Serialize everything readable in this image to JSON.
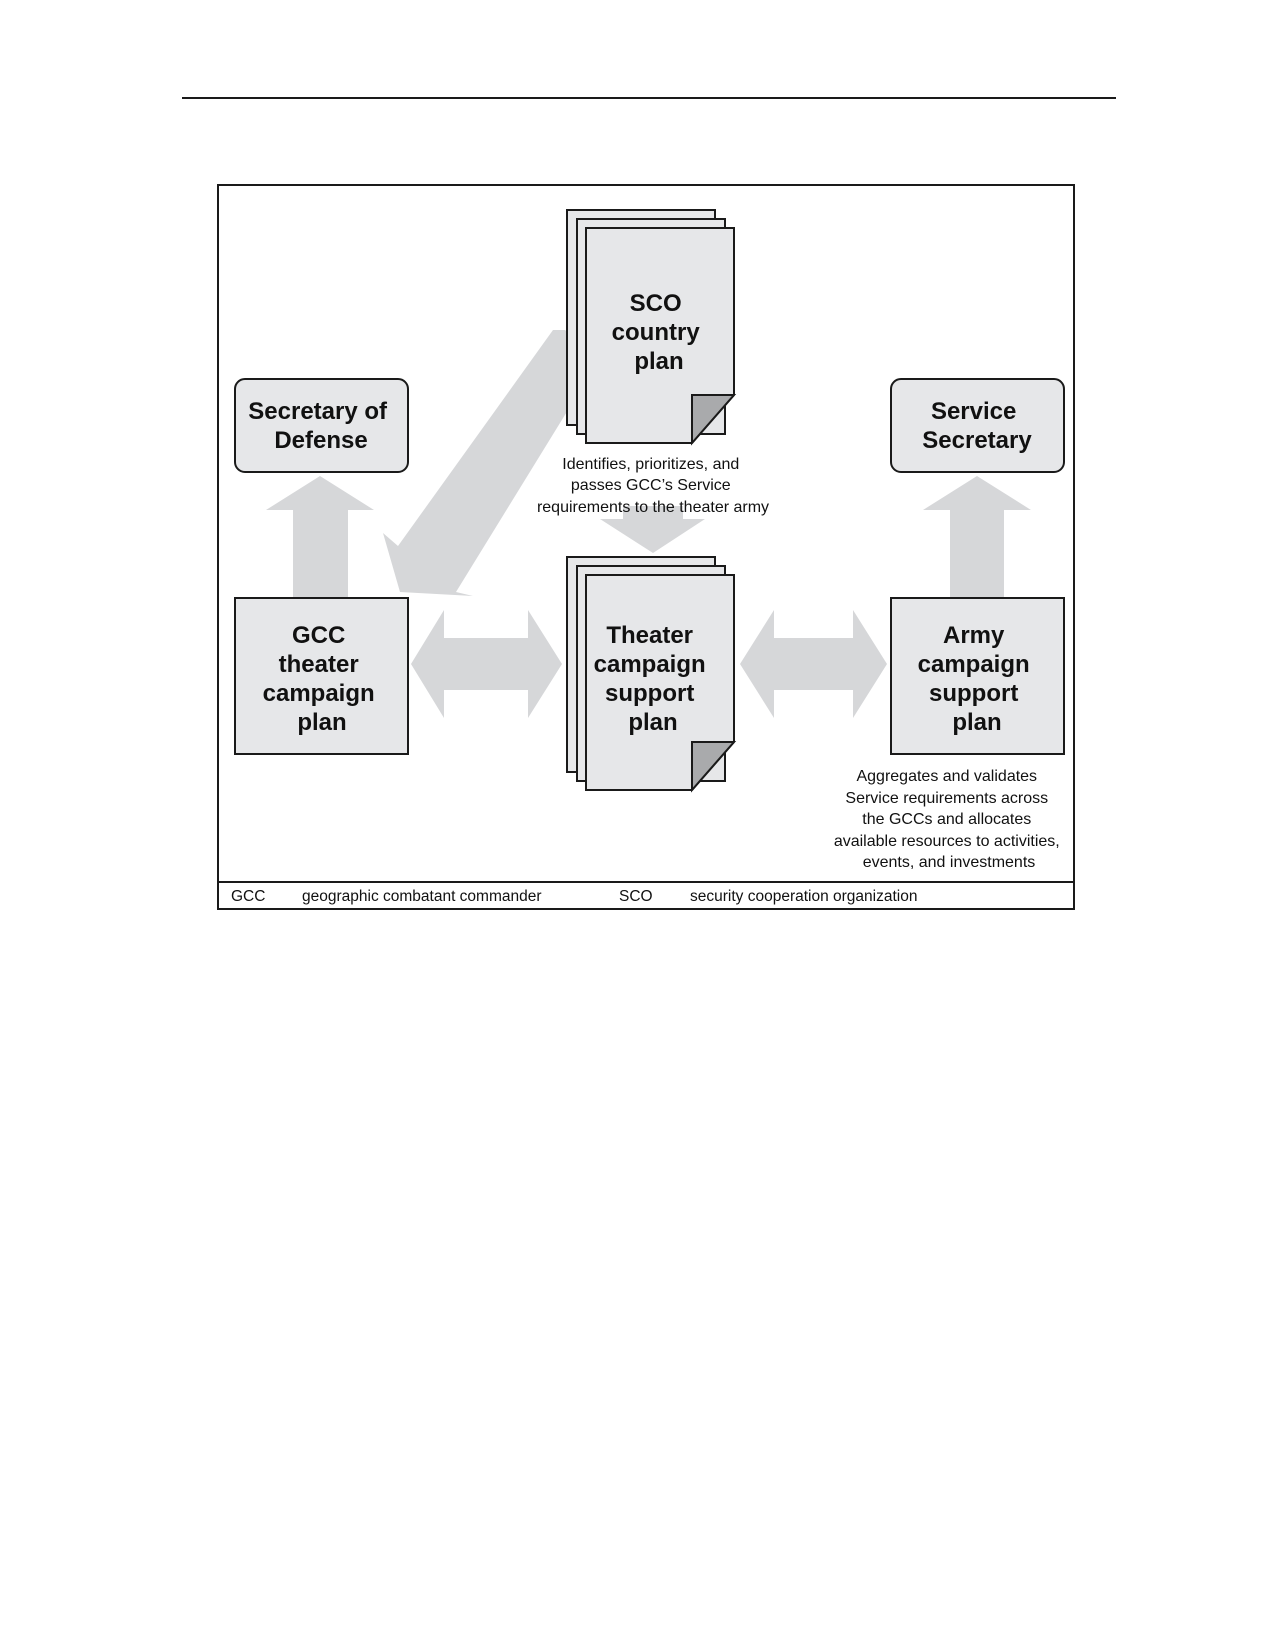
{
  "nodes": {
    "secdef": {
      "lines": [
        "Secretary of",
        "Defense"
      ]
    },
    "service_secretary": {
      "lines": [
        "Service",
        "Secretary"
      ]
    },
    "sco_plan": {
      "lines": [
        "SCO",
        "country",
        "plan"
      ]
    },
    "gcc_plan": {
      "lines": [
        "GCC",
        "theater",
        "campaign",
        "plan"
      ]
    },
    "theater_plan": {
      "lines": [
        "Theater",
        "campaign",
        "support",
        "plan"
      ]
    },
    "army_plan": {
      "lines": [
        "Army",
        "campaign",
        "support",
        "plan"
      ]
    }
  },
  "notes": {
    "sco": [
      "Identifies, prioritizes, and",
      "passes GCC’s Service",
      "requirements to the theater army"
    ],
    "army": [
      "Aggregates and validates",
      "Service requirements across",
      "the GCCs and allocates",
      "available resources to activities,",
      "events, and investments"
    ]
  },
  "legend": [
    {
      "abbr": "GCC",
      "text": "geographic combatant commander"
    },
    {
      "abbr": "SCO",
      "text": "security cooperation organization"
    }
  ],
  "colors": {
    "arrow": "#d6d7d9",
    "box_fill": "#e6e7e9",
    "box_stroke": "#1a1a1a",
    "page_fold": "#a9aaac"
  }
}
